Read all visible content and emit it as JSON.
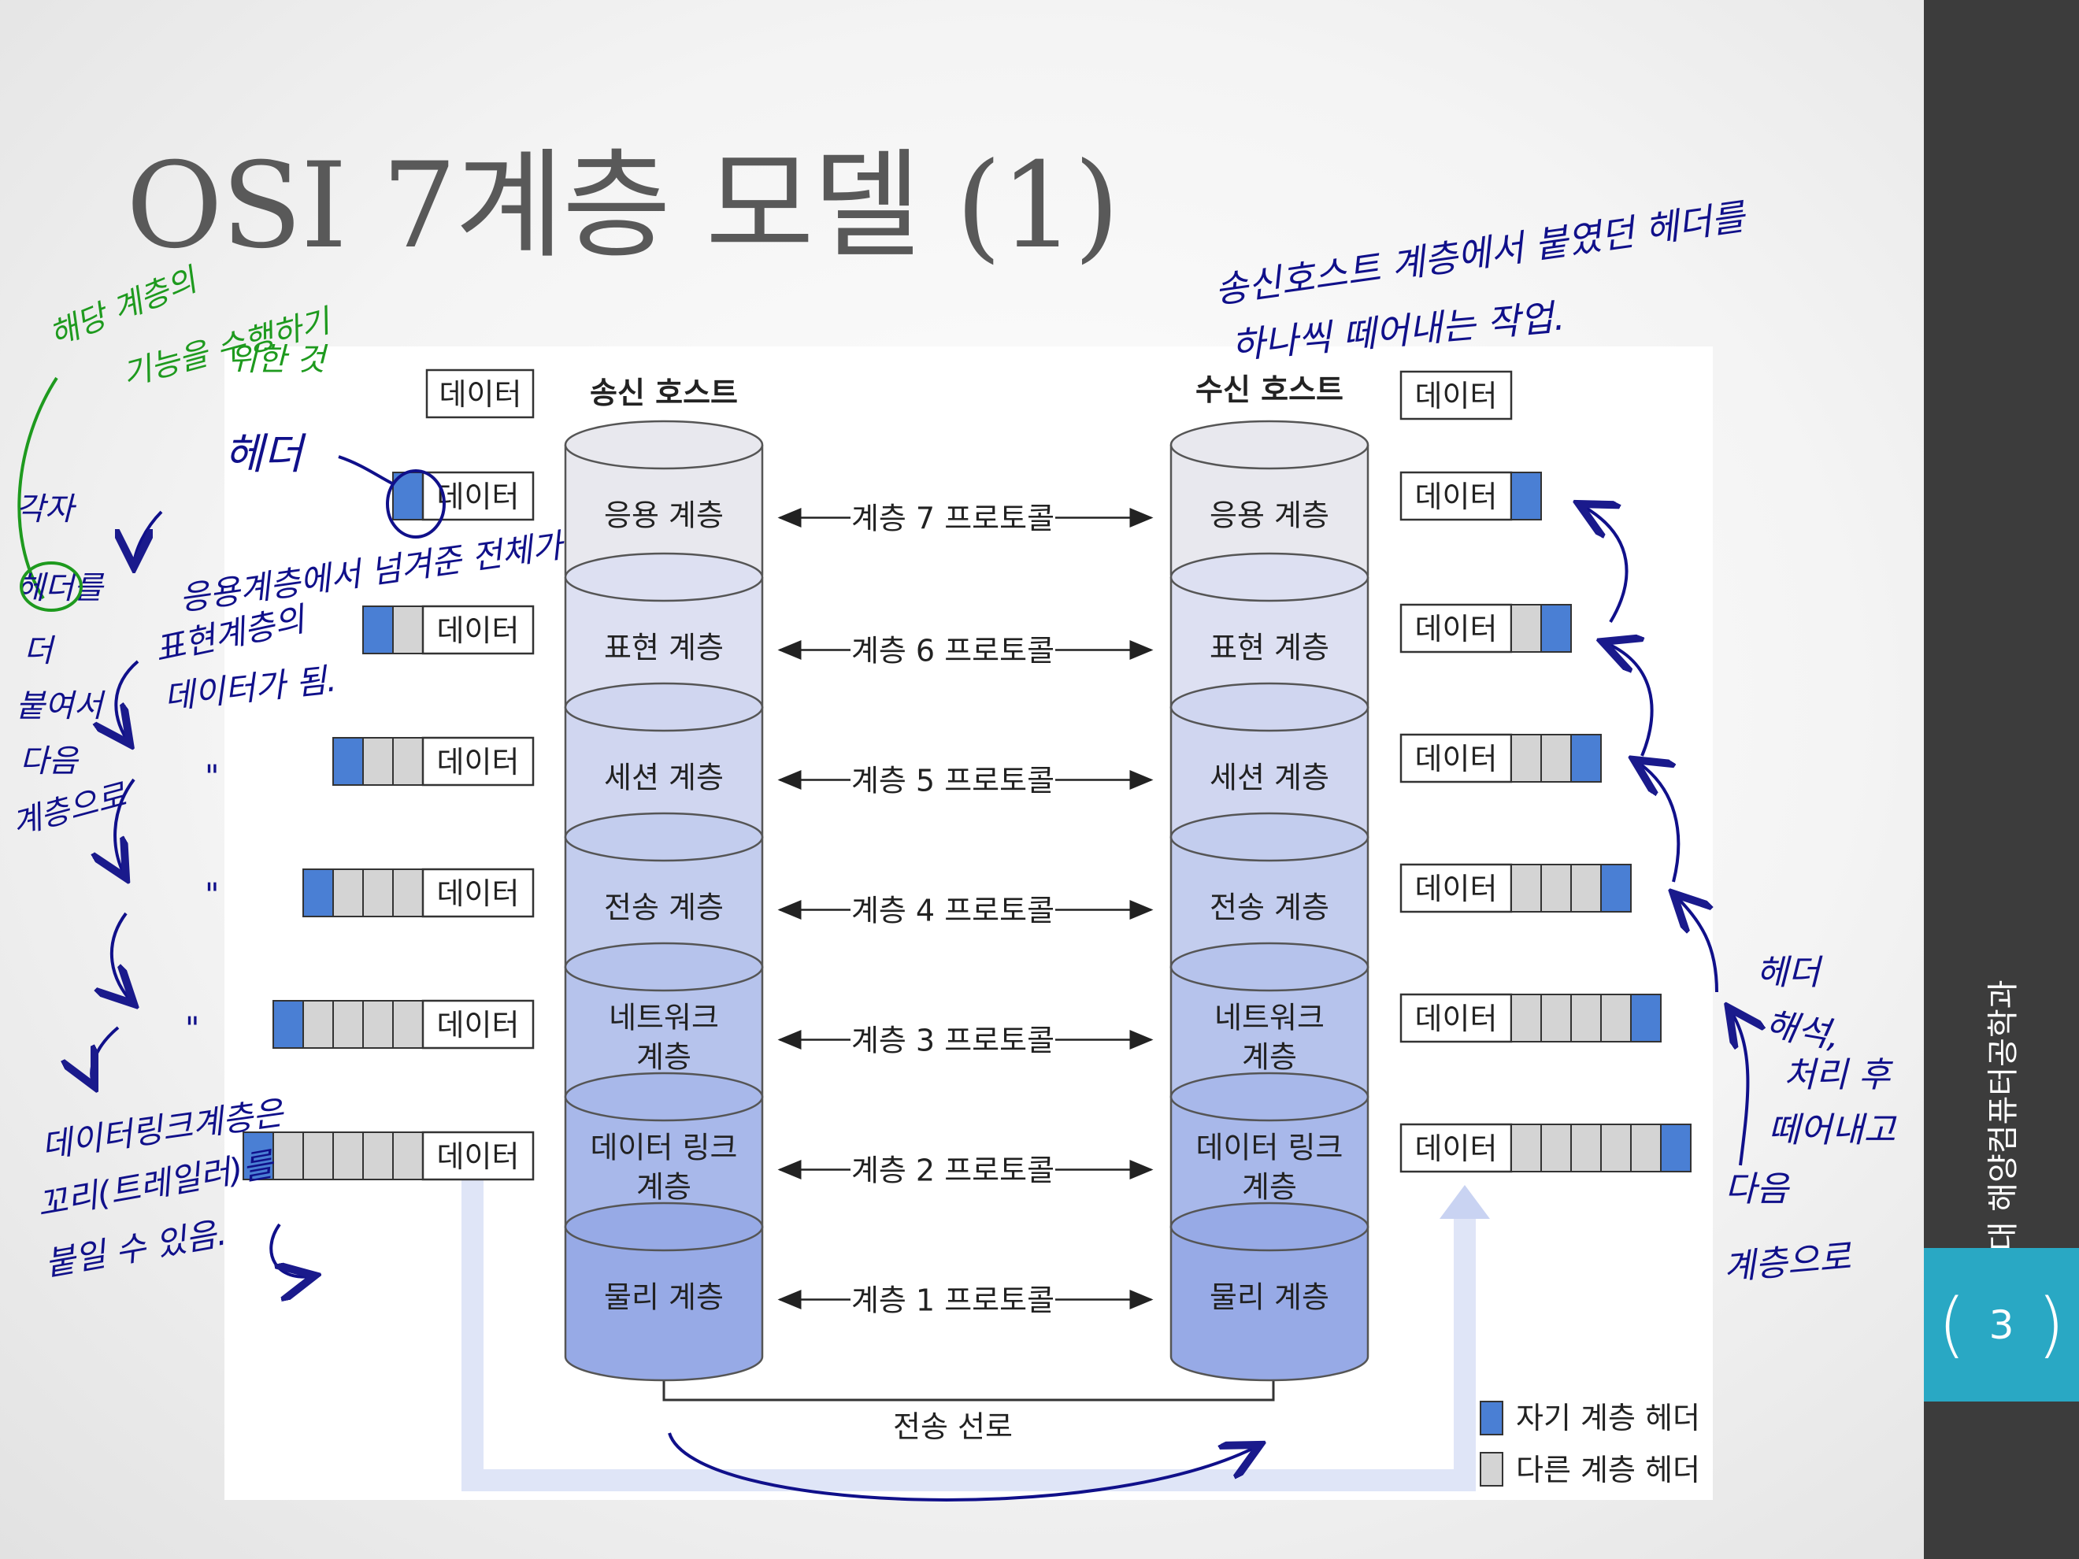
{
  "slide": {
    "title": "OSI 7계층 모델 (1)",
    "sidebar_text": "목포해양대 해양컴퓨터공학과",
    "page_number": "3"
  },
  "diagram": {
    "sender_label": "송신 호스트",
    "receiver_label": "수신 호스트",
    "top_data_label": "데이터",
    "layers": [
      {
        "name": "응용 계층",
        "protocol": "계층 7 프로토콜",
        "data": "데이터",
        "color": "#e8e8ee",
        "left_headers": 1,
        "right_headers": 1
      },
      {
        "name": "표현 계층",
        "protocol": "계층 6 프로토콜",
        "data": "데이터",
        "color": "#dde0f2",
        "left_headers": 2,
        "right_headers": 2
      },
      {
        "name": "세션 계층",
        "protocol": "계층 5 프로토콜",
        "data": "데이터",
        "color": "#d0d6f0",
        "left_headers": 3,
        "right_headers": 3
      },
      {
        "name": "전송 계층",
        "protocol": "계층 4 프로토콜",
        "data": "데이터",
        "color": "#c3cdee",
        "left_headers": 4,
        "right_headers": 4
      },
      {
        "name": "네트워크 계층",
        "protocol": "계층 3 프로토콜",
        "data": "데이터",
        "color": "#b6c3ec",
        "left_headers": 5,
        "right_headers": 5
      },
      {
        "name": "데이터 링크 계층",
        "protocol": "계층 2 프로토콜",
        "data": "데이터",
        "color": "#a8b8ea",
        "left_headers": 6,
        "right_headers": 6
      },
      {
        "name": "물리 계층",
        "protocol": "계층 1 프로토콜",
        "data": "",
        "color": "#97aae6",
        "left_headers": 0,
        "right_headers": 0
      }
    ],
    "transmission_line": "전송 선로",
    "legend": [
      {
        "label": "자기 계층 헤더",
        "color": "#4a7fd4"
      },
      {
        "label": "다른 계층 헤더",
        "color": "#d4d4d4"
      }
    ]
  },
  "annotations": {
    "green_note": "해당 계층의 기능을 수행하기 위한 것",
    "header_note": "헤더",
    "each_header": "각자 헤더를 더 붙여서 다음 계층으로",
    "app_layer_note": "응용계층에서 넘겨준 전체가 표현계층의 데이터가 됨.",
    "ditto": "\"",
    "datalink_note": "데이터링크계층은 꼬리(트레일러)를 붙일 수 있음.",
    "top_right_note": "송신호스트 계층에서 붙였던 헤더를 하나씩 떼어내는 작업.",
    "right_note": "헤더 해석, 처리 후 떼어내고 다음 계층으로"
  }
}
